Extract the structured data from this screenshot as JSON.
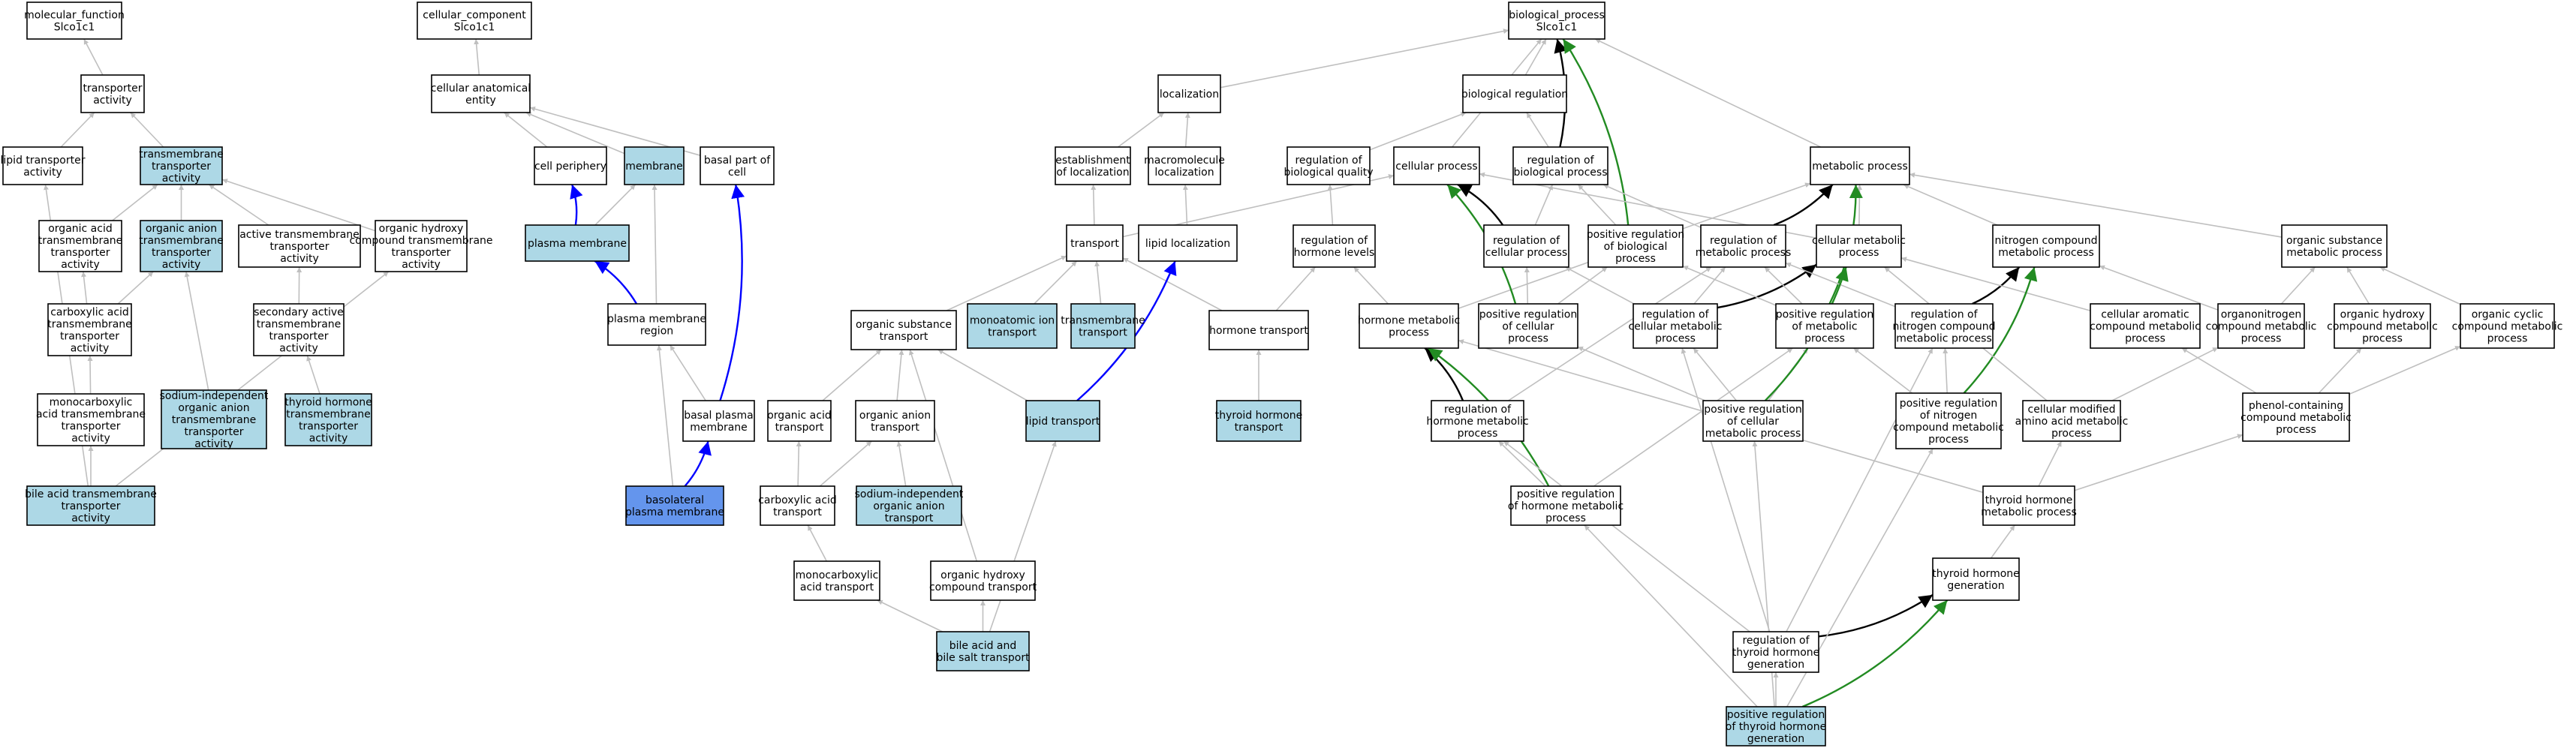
{
  "colors": {
    "default_fill": "#ffffff",
    "highlight_fill": "#add8e6",
    "focus_fill": "#6495ed",
    "edge_is_a": "#bfbfbf",
    "edge_part_of": "#0000ff",
    "edge_regulates": "#000000",
    "edge_positively_regulates": "#228b22"
  },
  "nodes": [
    {
      "id": "mf",
      "label": [
        "molecular_function",
        "Slco1c1"
      ],
      "style": "default"
    },
    {
      "id": "ta",
      "label": [
        "transporter",
        "activity"
      ],
      "style": "default"
    },
    {
      "id": "lta",
      "label": [
        "lipid transporter",
        "activity"
      ],
      "style": "default"
    },
    {
      "id": "tmta",
      "label": [
        "transmembrane",
        "transporter",
        "activity"
      ],
      "style": "highlight"
    },
    {
      "id": "oatta",
      "label": [
        "organic acid",
        "transmembrane",
        "transporter",
        "activity"
      ],
      "style": "default"
    },
    {
      "id": "oanion",
      "label": [
        "organic anion",
        "transmembrane",
        "transporter",
        "activity"
      ],
      "style": "highlight"
    },
    {
      "id": "atta",
      "label": [
        "active transmembrane",
        "transporter",
        "activity"
      ],
      "style": "default"
    },
    {
      "id": "ohcta",
      "label": [
        "organic hydroxy",
        "compound transmembrane",
        "transporter",
        "activity"
      ],
      "style": "default"
    },
    {
      "id": "cata",
      "label": [
        "carboxylic acid",
        "transmembrane",
        "transporter",
        "activity"
      ],
      "style": "default"
    },
    {
      "id": "sata",
      "label": [
        "secondary active",
        "transmembrane",
        "transporter",
        "activity"
      ],
      "style": "default"
    },
    {
      "id": "mcata",
      "label": [
        "monocarboxylic",
        "acid transmembrane",
        "transporter",
        "activity"
      ],
      "style": "default"
    },
    {
      "id": "sioata",
      "label": [
        "sodium-independent",
        "organic anion",
        "transmembrane",
        "transporter",
        "activity"
      ],
      "style": "highlight"
    },
    {
      "id": "thta",
      "label": [
        "thyroid hormone",
        "transmembrane",
        "transporter",
        "activity"
      ],
      "style": "highlight"
    },
    {
      "id": "bata",
      "label": [
        "bile acid transmembrane",
        "transporter",
        "activity"
      ],
      "style": "highlight"
    },
    {
      "id": "cc",
      "label": [
        "cellular_component",
        "Slco1c1"
      ],
      "style": "default"
    },
    {
      "id": "cae",
      "label": [
        "cellular anatomical",
        "entity"
      ],
      "style": "default"
    },
    {
      "id": "cp",
      "label": [
        "cell periphery"
      ],
      "style": "default"
    },
    {
      "id": "mem",
      "label": [
        "membrane"
      ],
      "style": "highlight"
    },
    {
      "id": "bpc",
      "label": [
        "basal part of",
        "cell"
      ],
      "style": "default"
    },
    {
      "id": "pm",
      "label": [
        "plasma membrane"
      ],
      "style": "highlight"
    },
    {
      "id": "pmr",
      "label": [
        "plasma membrane",
        "region"
      ],
      "style": "default"
    },
    {
      "id": "bpm",
      "label": [
        "basal plasma",
        "membrane"
      ],
      "style": "default"
    },
    {
      "id": "blpm",
      "label": [
        "basolateral",
        "plasma membrane"
      ],
      "style": "focus"
    },
    {
      "id": "bp",
      "label": [
        "biological_process",
        "Slco1c1"
      ],
      "style": "default"
    },
    {
      "id": "loc",
      "label": [
        "localization"
      ],
      "style": "default"
    },
    {
      "id": "breg",
      "label": [
        "biological regulation"
      ],
      "style": "default"
    },
    {
      "id": "eloc",
      "label": [
        "establishment",
        "of localization"
      ],
      "style": "default"
    },
    {
      "id": "mloc",
      "label": [
        "macromolecule",
        "localization"
      ],
      "style": "default"
    },
    {
      "id": "rbq",
      "label": [
        "regulation of",
        "biological quality"
      ],
      "style": "default"
    },
    {
      "id": "cellp",
      "label": [
        "cellular process"
      ],
      "style": "default"
    },
    {
      "id": "rbp",
      "label": [
        "regulation of",
        "biological process"
      ],
      "style": "default"
    },
    {
      "id": "mp",
      "label": [
        "metabolic process"
      ],
      "style": "default"
    },
    {
      "id": "trans",
      "label": [
        "transport"
      ],
      "style": "default"
    },
    {
      "id": "lloc",
      "label": [
        "lipid localization"
      ],
      "style": "default"
    },
    {
      "id": "rhl",
      "label": [
        "regulation of",
        "hormone levels"
      ],
      "style": "default"
    },
    {
      "id": "rcp",
      "label": [
        "regulation of",
        "cellular process"
      ],
      "style": "default"
    },
    {
      "id": "prbp",
      "label": [
        "positive regulation",
        "of biological",
        "process"
      ],
      "style": "default"
    },
    {
      "id": "rmp",
      "label": [
        "regulation of",
        "metabolic process"
      ],
      "style": "default"
    },
    {
      "id": "cmp",
      "label": [
        "cellular metabolic",
        "process"
      ],
      "style": "default"
    },
    {
      "id": "ncmp",
      "label": [
        "nitrogen compound",
        "metabolic process"
      ],
      "style": "default"
    },
    {
      "id": "osmp",
      "label": [
        "organic substance",
        "metabolic process"
      ],
      "style": "default"
    },
    {
      "id": "ost",
      "label": [
        "organic substance",
        "transport"
      ],
      "style": "default"
    },
    {
      "id": "mit",
      "label": [
        "monoatomic ion",
        "transport"
      ],
      "style": "highlight"
    },
    {
      "id": "tmt",
      "label": [
        "transmembrane",
        "transport"
      ],
      "style": "highlight"
    },
    {
      "id": "ht",
      "label": [
        "hormone transport"
      ],
      "style": "default"
    },
    {
      "id": "hmp",
      "label": [
        "hormone metabolic",
        "process"
      ],
      "style": "default"
    },
    {
      "id": "prcp",
      "label": [
        "positive regulation",
        "of cellular",
        "process"
      ],
      "style": "default"
    },
    {
      "id": "rcmp",
      "label": [
        "regulation of",
        "cellular metabolic",
        "process"
      ],
      "style": "default"
    },
    {
      "id": "prmp",
      "label": [
        "positive regulation",
        "of metabolic",
        "process"
      ],
      "style": "default"
    },
    {
      "id": "rncmp",
      "label": [
        "regulation of",
        "nitrogen compound",
        "metabolic process"
      ],
      "style": "default"
    },
    {
      "id": "camp",
      "label": [
        "cellular aromatic",
        "compound metabolic",
        "process"
      ],
      "style": "default"
    },
    {
      "id": "onmp",
      "label": [
        "organonitrogen",
        "compound metabolic",
        "process"
      ],
      "style": "default"
    },
    {
      "id": "ohmp",
      "label": [
        "organic hydroxy",
        "compound metabolic",
        "process"
      ],
      "style": "default"
    },
    {
      "id": "ocmp",
      "label": [
        "organic cyclic",
        "compound metabolic",
        "process"
      ],
      "style": "default"
    },
    {
      "id": "oat",
      "label": [
        "organic acid",
        "transport"
      ],
      "style": "default"
    },
    {
      "id": "oant",
      "label": [
        "organic anion",
        "transport"
      ],
      "style": "default"
    },
    {
      "id": "lt",
      "label": [
        "lipid transport"
      ],
      "style": "highlight"
    },
    {
      "id": "tht",
      "label": [
        "thyroid hormone",
        "transport"
      ],
      "style": "highlight"
    },
    {
      "id": "rhmp",
      "label": [
        "regulation of",
        "hormone metabolic",
        "process"
      ],
      "style": "default"
    },
    {
      "id": "prcmp",
      "label": [
        "positive regulation",
        "of cellular",
        "metabolic process"
      ],
      "style": "default"
    },
    {
      "id": "prncmp",
      "label": [
        "positive regulation",
        "of nitrogen",
        "compound metabolic",
        "process"
      ],
      "style": "default"
    },
    {
      "id": "cmamp",
      "label": [
        "cellular modified",
        "amino acid metabolic",
        "process"
      ],
      "style": "default"
    },
    {
      "id": "pccmp",
      "label": [
        "phenol-containing",
        "compound metabolic",
        "process"
      ],
      "style": "default"
    },
    {
      "id": "cat",
      "label": [
        "carboxylic acid",
        "transport"
      ],
      "style": "default"
    },
    {
      "id": "sioat",
      "label": [
        "sodium-independent",
        "organic anion",
        "transport"
      ],
      "style": "highlight"
    },
    {
      "id": "prhmp",
      "label": [
        "positive regulation",
        "of hormone metabolic",
        "process"
      ],
      "style": "default"
    },
    {
      "id": "thmp",
      "label": [
        "thyroid hormone",
        "metabolic process"
      ],
      "style": "default"
    },
    {
      "id": "mat",
      "label": [
        "monocarboxylic",
        "acid transport"
      ],
      "style": "default"
    },
    {
      "id": "ohct",
      "label": [
        "organic hydroxy",
        "compound transport"
      ],
      "style": "default"
    },
    {
      "id": "thg",
      "label": [
        "thyroid hormone",
        "generation"
      ],
      "style": "default"
    },
    {
      "id": "babst",
      "label": [
        "bile acid and",
        "bile salt transport"
      ],
      "style": "highlight"
    },
    {
      "id": "rthg",
      "label": [
        "regulation of",
        "thyroid hormone",
        "generation"
      ],
      "style": "default"
    },
    {
      "id": "prthg",
      "label": [
        "positive regulation",
        "of thyroid hormone",
        "generation"
      ],
      "style": "highlight"
    }
  ],
  "edges": [
    {
      "from": "ta",
      "to": "mf",
      "type": "is_a"
    },
    {
      "from": "lta",
      "to": "ta",
      "type": "is_a"
    },
    {
      "from": "tmta",
      "to": "ta",
      "type": "is_a"
    },
    {
      "from": "oatta",
      "to": "tmta",
      "type": "is_a"
    },
    {
      "from": "oanion",
      "to": "tmta",
      "type": "is_a"
    },
    {
      "from": "atta",
      "to": "tmta",
      "type": "is_a"
    },
    {
      "from": "ohcta",
      "to": "tmta",
      "type": "is_a"
    },
    {
      "from": "cata",
      "to": "oatta",
      "type": "is_a"
    },
    {
      "from": "cata",
      "to": "oanion",
      "type": "is_a"
    },
    {
      "from": "sata",
      "to": "atta",
      "type": "is_a"
    },
    {
      "from": "mcata",
      "to": "cata",
      "type": "is_a"
    },
    {
      "from": "sioata",
      "to": "oanion",
      "type": "is_a"
    },
    {
      "from": "thta",
      "to": "sata",
      "type": "is_a"
    },
    {
      "from": "bata",
      "to": "mcata",
      "type": "is_a"
    },
    {
      "from": "bata",
      "to": "lta",
      "type": "is_a"
    },
    {
      "from": "bata",
      "to": "ohcta",
      "type": "is_a"
    },
    {
      "from": "cae",
      "to": "cc",
      "type": "is_a"
    },
    {
      "from": "cp",
      "to": "cae",
      "type": "is_a"
    },
    {
      "from": "mem",
      "to": "cae",
      "type": "is_a"
    },
    {
      "from": "bpc",
      "to": "cae",
      "type": "is_a"
    },
    {
      "from": "pm",
      "to": "cp",
      "type": "part_of"
    },
    {
      "from": "pm",
      "to": "mem",
      "type": "is_a"
    },
    {
      "from": "pmr",
      "to": "pm",
      "type": "part_of"
    },
    {
      "from": "pmr",
      "to": "mem",
      "type": "is_a"
    },
    {
      "from": "bpm",
      "to": "pmr",
      "type": "is_a"
    },
    {
      "from": "bpm",
      "to": "bpc",
      "type": "part_of"
    },
    {
      "from": "blpm",
      "to": "bpm",
      "type": "part_of"
    },
    {
      "from": "blpm",
      "to": "pmr",
      "type": "is_a"
    },
    {
      "from": "loc",
      "to": "bp",
      "type": "is_a"
    },
    {
      "from": "breg",
      "to": "bp",
      "type": "is_a"
    },
    {
      "from": "cellp",
      "to": "bp",
      "type": "is_a"
    },
    {
      "from": "mp",
      "to": "bp",
      "type": "is_a"
    },
    {
      "from": "eloc",
      "to": "loc",
      "type": "is_a"
    },
    {
      "from": "mloc",
      "to": "loc",
      "type": "is_a"
    },
    {
      "from": "rbq",
      "to": "breg",
      "type": "is_a"
    },
    {
      "from": "rbp",
      "to": "breg",
      "type": "is_a"
    },
    {
      "from": "rbp",
      "to": "bp",
      "type": "regulates"
    },
    {
      "from": "prbp",
      "to": "rbp",
      "type": "is_a"
    },
    {
      "from": "prbp",
      "to": "bp",
      "type": "positively_regulates"
    },
    {
      "from": "trans",
      "to": "eloc",
      "type": "is_a"
    },
    {
      "from": "trans",
      "to": "cellp",
      "type": "is_a"
    },
    {
      "from": "lloc",
      "to": "mloc",
      "type": "is_a"
    },
    {
      "from": "rhl",
      "to": "rbq",
      "type": "is_a"
    },
    {
      "from": "rcp",
      "to": "rbp",
      "type": "is_a"
    },
    {
      "from": "rcp",
      "to": "cellp",
      "type": "regulates"
    },
    {
      "from": "rmp",
      "to": "rbp",
      "type": "is_a"
    },
    {
      "from": "rmp",
      "to": "mp",
      "type": "regulates"
    },
    {
      "from": "cmp",
      "to": "mp",
      "type": "is_a"
    },
    {
      "from": "cmp",
      "to": "cellp",
      "type": "is_a"
    },
    {
      "from": "ncmp",
      "to": "mp",
      "type": "is_a"
    },
    {
      "from": "osmp",
      "to": "mp",
      "type": "is_a"
    },
    {
      "from": "ost",
      "to": "trans",
      "type": "is_a"
    },
    {
      "from": "mit",
      "to": "trans",
      "type": "is_a"
    },
    {
      "from": "tmt",
      "to": "trans",
      "type": "is_a"
    },
    {
      "from": "ht",
      "to": "trans",
      "type": "is_a"
    },
    {
      "from": "ht",
      "to": "rhl",
      "type": "is_a"
    },
    {
      "from": "hmp",
      "to": "rhl",
      "type": "is_a"
    },
    {
      "from": "hmp",
      "to": "mp",
      "type": "is_a"
    },
    {
      "from": "prcp",
      "to": "rcp",
      "type": "is_a"
    },
    {
      "from": "prcp",
      "to": "cellp",
      "type": "positively_regulates"
    },
    {
      "from": "prcp",
      "to": "prbp",
      "type": "is_a"
    },
    {
      "from": "rcmp",
      "to": "rmp",
      "type": "is_a"
    },
    {
      "from": "rcmp",
      "to": "rcp",
      "type": "is_a"
    },
    {
      "from": "rcmp",
      "to": "cmp",
      "type": "regulates"
    },
    {
      "from": "prmp",
      "to": "rmp",
      "type": "is_a"
    },
    {
      "from": "prmp",
      "to": "prbp",
      "type": "is_a"
    },
    {
      "from": "prmp",
      "to": "mp",
      "type": "positively_regulates"
    },
    {
      "from": "rncmp",
      "to": "rmp",
      "type": "is_a"
    },
    {
      "from": "rncmp",
      "to": "ncmp",
      "type": "regulates"
    },
    {
      "from": "camp",
      "to": "cmp",
      "type": "is_a"
    },
    {
      "from": "onmp",
      "to": "ncmp",
      "type": "is_a"
    },
    {
      "from": "onmp",
      "to": "osmp",
      "type": "is_a"
    },
    {
      "from": "ohmp",
      "to": "osmp",
      "type": "is_a"
    },
    {
      "from": "ocmp",
      "to": "osmp",
      "type": "is_a"
    },
    {
      "from": "oat",
      "to": "ost",
      "type": "is_a"
    },
    {
      "from": "oant",
      "to": "ost",
      "type": "is_a"
    },
    {
      "from": "lt",
      "to": "ost",
      "type": "is_a"
    },
    {
      "from": "lt",
      "to": "lloc",
      "type": "part_of"
    },
    {
      "from": "tht",
      "to": "ht",
      "type": "is_a"
    },
    {
      "from": "rhmp",
      "to": "hmp",
      "type": "regulates"
    },
    {
      "from": "rhmp",
      "to": "rmp",
      "type": "is_a"
    },
    {
      "from": "prcmp",
      "to": "rcmp",
      "type": "is_a"
    },
    {
      "from": "prcmp",
      "to": "prcp",
      "type": "is_a"
    },
    {
      "from": "prcmp",
      "to": "prmp",
      "type": "is_a"
    },
    {
      "from": "prcmp",
      "to": "cmp",
      "type": "positively_regulates"
    },
    {
      "from": "prncmp",
      "to": "rncmp",
      "type": "is_a"
    },
    {
      "from": "prncmp",
      "to": "prmp",
      "type": "is_a"
    },
    {
      "from": "prncmp",
      "to": "ncmp",
      "type": "positively_regulates"
    },
    {
      "from": "cmamp",
      "to": "cmp",
      "type": "is_a"
    },
    {
      "from": "cmamp",
      "to": "onmp",
      "type": "is_a"
    },
    {
      "from": "pccmp",
      "to": "camp",
      "type": "is_a"
    },
    {
      "from": "pccmp",
      "to": "ohmp",
      "type": "is_a"
    },
    {
      "from": "pccmp",
      "to": "ocmp",
      "type": "is_a"
    },
    {
      "from": "cat",
      "to": "oat",
      "type": "is_a"
    },
    {
      "from": "cat",
      "to": "oant",
      "type": "is_a"
    },
    {
      "from": "sioat",
      "to": "oant",
      "type": "is_a"
    },
    {
      "from": "prhmp",
      "to": "rhmp",
      "type": "is_a"
    },
    {
      "from": "prhmp",
      "to": "hmp",
      "type": "positively_regulates"
    },
    {
      "from": "prhmp",
      "to": "prmp",
      "type": "is_a"
    },
    {
      "from": "thmp",
      "to": "pccmp",
      "type": "is_a"
    },
    {
      "from": "thmp",
      "to": "cmamp",
      "type": "is_a"
    },
    {
      "from": "thmp",
      "to": "hmp",
      "type": "is_a"
    },
    {
      "from": "mat",
      "to": "cat",
      "type": "is_a"
    },
    {
      "from": "ohct",
      "to": "ost",
      "type": "is_a"
    },
    {
      "from": "thg",
      "to": "thmp",
      "type": "is_a"
    },
    {
      "from": "babst",
      "to": "mat",
      "type": "is_a"
    },
    {
      "from": "babst",
      "to": "ohct",
      "type": "is_a"
    },
    {
      "from": "babst",
      "to": "lt",
      "type": "is_a"
    },
    {
      "from": "rthg",
      "to": "thg",
      "type": "regulates"
    },
    {
      "from": "rthg",
      "to": "rhmp",
      "type": "is_a"
    },
    {
      "from": "rthg",
      "to": "rcmp",
      "type": "is_a"
    },
    {
      "from": "rthg",
      "to": "rncmp",
      "type": "is_a"
    },
    {
      "from": "prthg",
      "to": "rthg",
      "type": "is_a"
    },
    {
      "from": "prthg",
      "to": "thg",
      "type": "positively_regulates"
    },
    {
      "from": "prthg",
      "to": "prhmp",
      "type": "is_a"
    },
    {
      "from": "prthg",
      "to": "prcmp",
      "type": "is_a"
    },
    {
      "from": "prthg",
      "to": "prncmp",
      "type": "is_a"
    }
  ]
}
